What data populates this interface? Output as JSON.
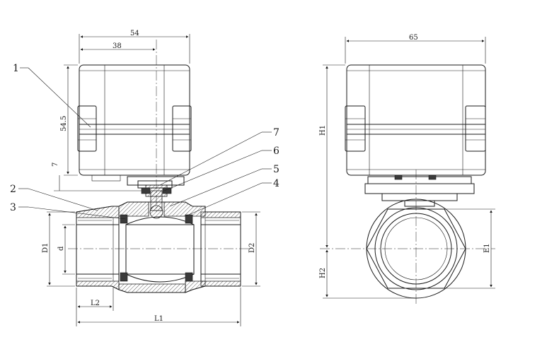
{
  "callouts": [
    "1",
    "2",
    "3",
    "4",
    "5",
    "6",
    "7"
  ],
  "left_view": {
    "dim_width_total": "54",
    "dim_width_half": "38",
    "dim_actuator_height": "54.5",
    "dim_gap": "7",
    "dim_D1": "D1",
    "dim_d": "d",
    "dim_D2": "D2",
    "dim_L2": "L2",
    "dim_L1": "L1"
  },
  "right_view": {
    "dim_width": "65",
    "dim_H1": "H1",
    "dim_H2": "H2",
    "dim_E1": "E1"
  }
}
